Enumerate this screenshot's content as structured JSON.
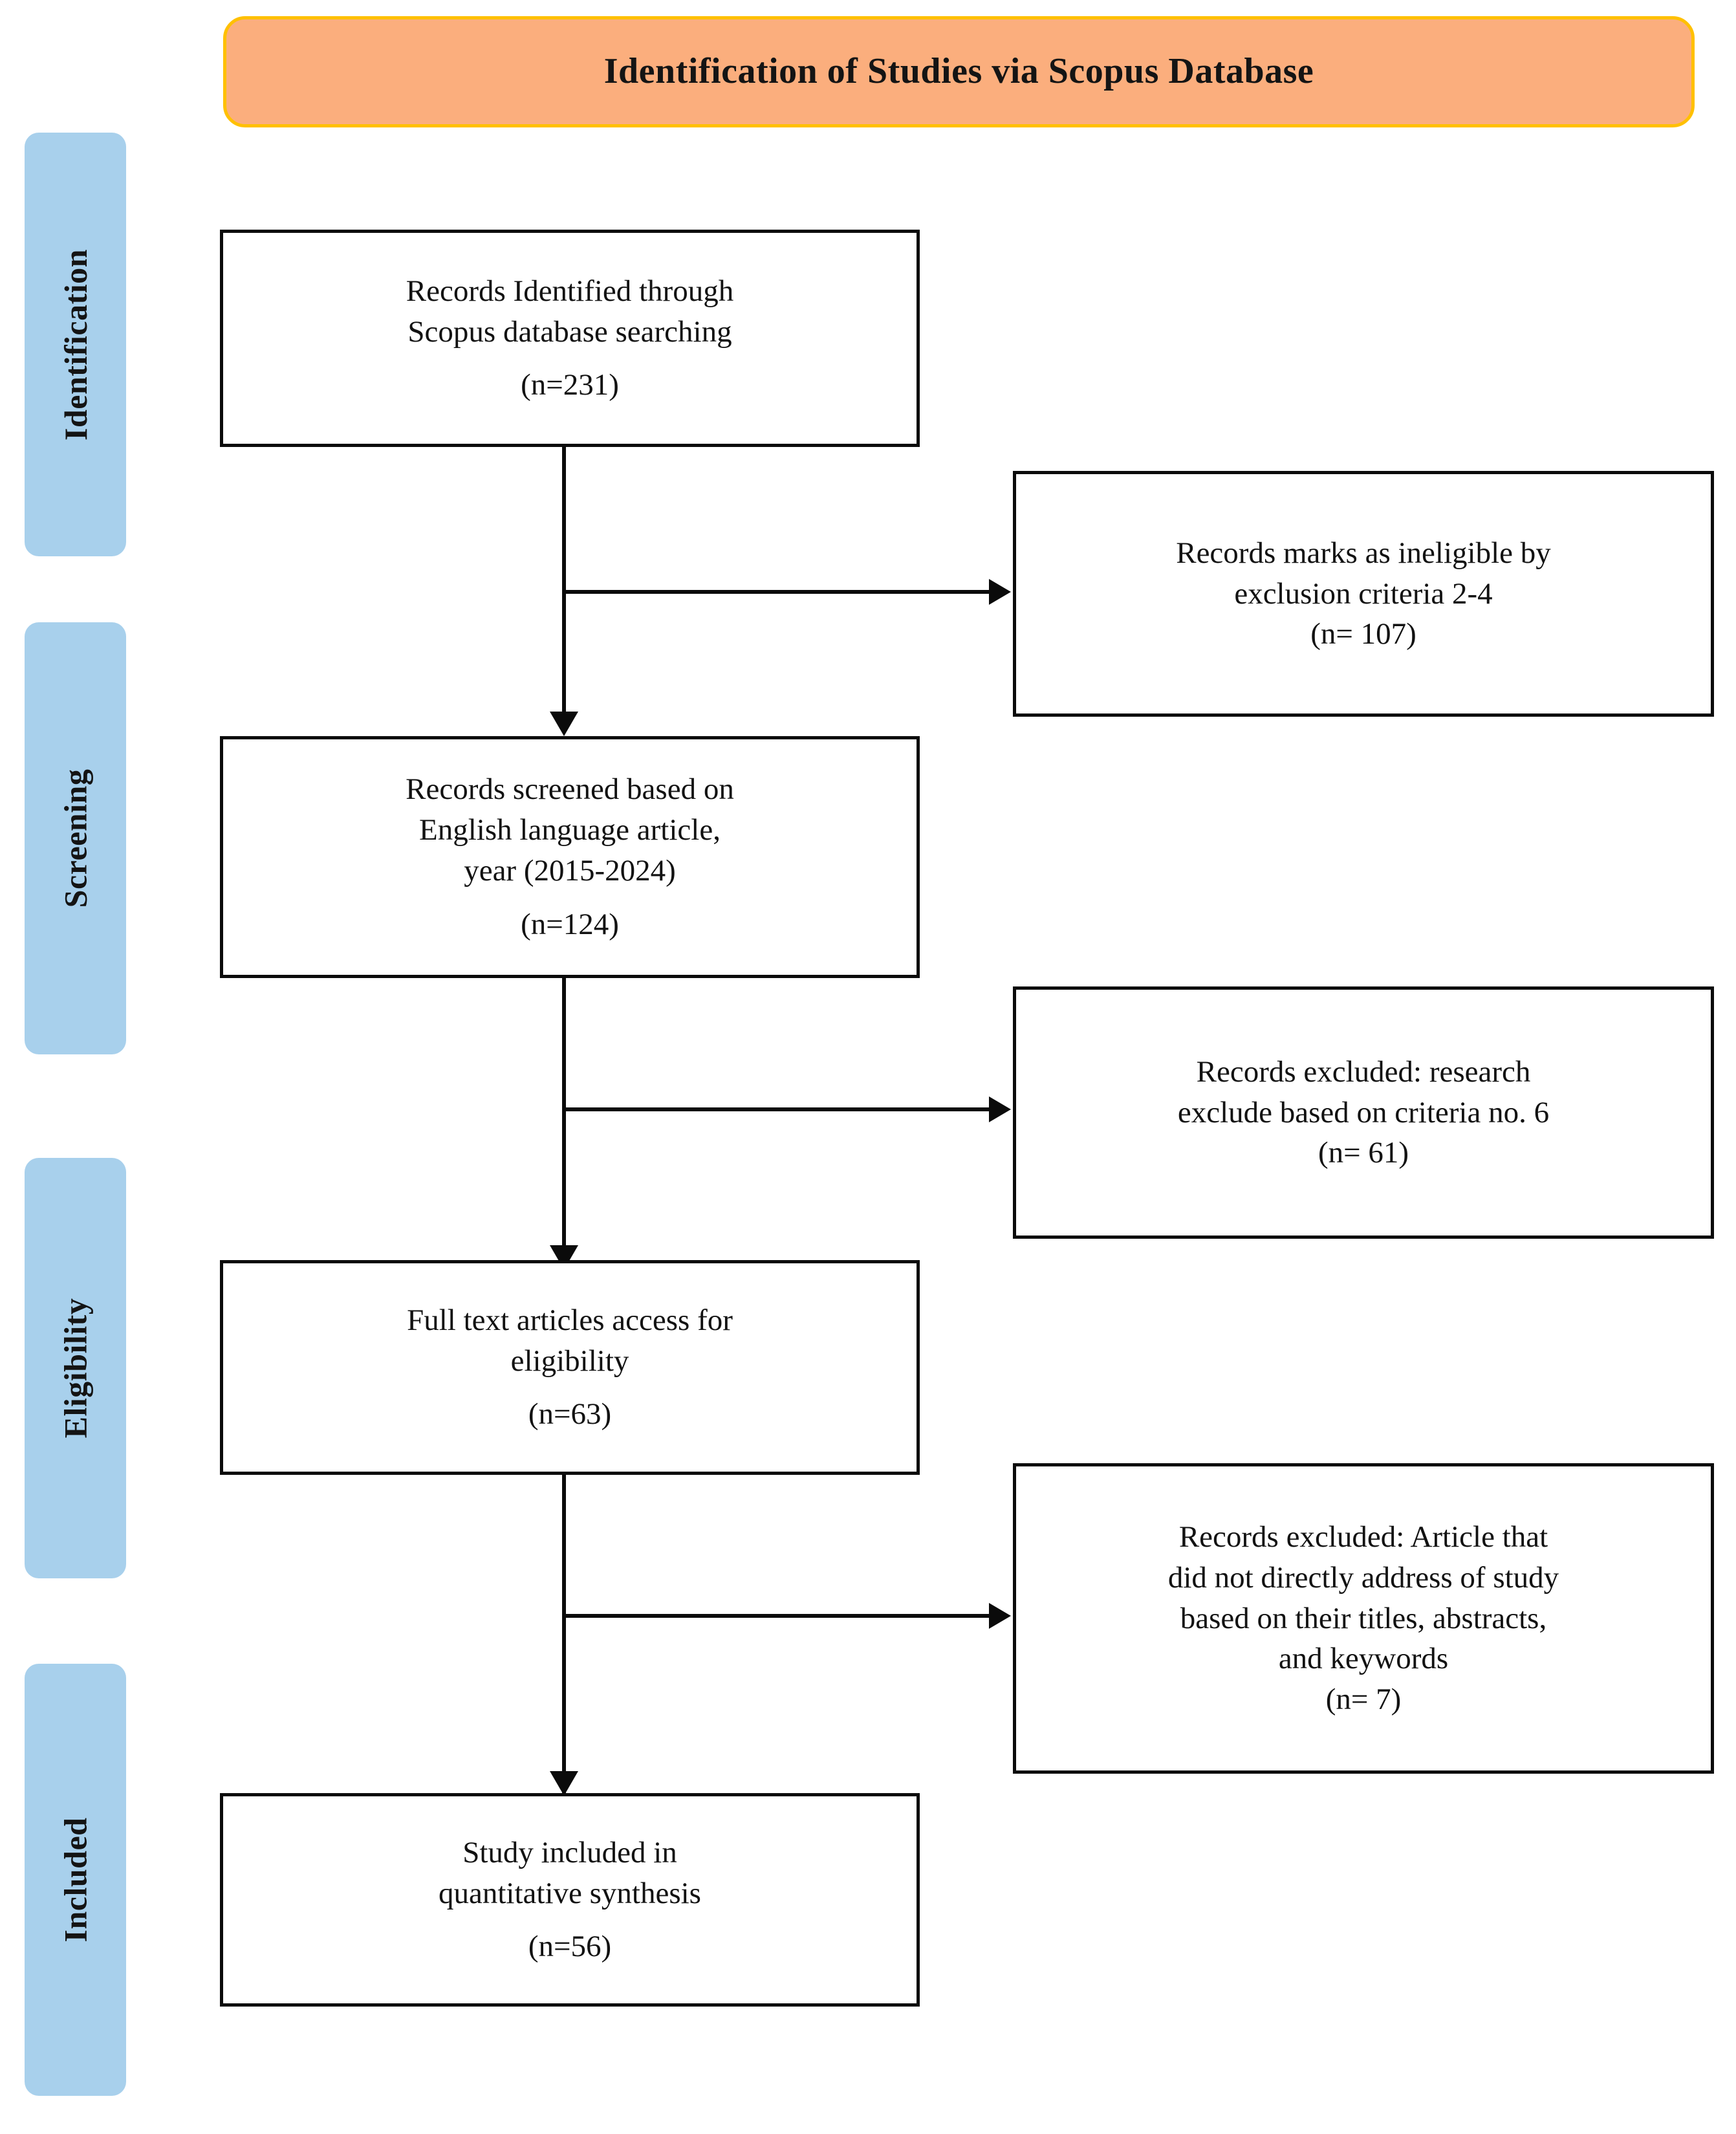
{
  "banner": {
    "title": "Identification of Studies via Scopus Database",
    "fill": "#FBAE7D",
    "border": "#FFC000"
  },
  "stages": {
    "fill": "#A8D0EC",
    "items": [
      {
        "label": "Identification"
      },
      {
        "label": "Screening"
      },
      {
        "label": "Eligibility"
      },
      {
        "label": "Included"
      }
    ]
  },
  "flow": {
    "main_boxes": [
      {
        "name": "records-identified",
        "lines": [
          "Records Identified through",
          "Scopus database searching"
        ],
        "count": "(n=231)"
      },
      {
        "name": "records-screened",
        "lines": [
          "Records screened based on",
          "English language article,",
          "year (2015-2024)"
        ],
        "count": "(n=124)"
      },
      {
        "name": "full-text-assessed",
        "lines": [
          "Full text articles access for",
          "eligibility"
        ],
        "count": "(n=63)"
      },
      {
        "name": "study-included",
        "lines": [
          "Study included in",
          "quantitative synthesis"
        ],
        "count": "(n=56)"
      }
    ],
    "exclusion_boxes": [
      {
        "name": "ineligible-criteria-2-4",
        "lines": [
          "Records marks as ineligible by",
          "exclusion criteria 2-4"
        ],
        "count": "(n= 107)"
      },
      {
        "name": "excluded-criteria-6",
        "lines": [
          "Records excluded: research",
          "exclude based on criteria no. 6"
        ],
        "count": "(n= 61)"
      },
      {
        "name": "excluded-not-addressing-study",
        "lines": [
          "Records excluded: Article that",
          "did not directly address of study",
          "based on their titles,  abstracts,",
          "and keywords"
        ],
        "count": "(n= 7)"
      }
    ]
  }
}
